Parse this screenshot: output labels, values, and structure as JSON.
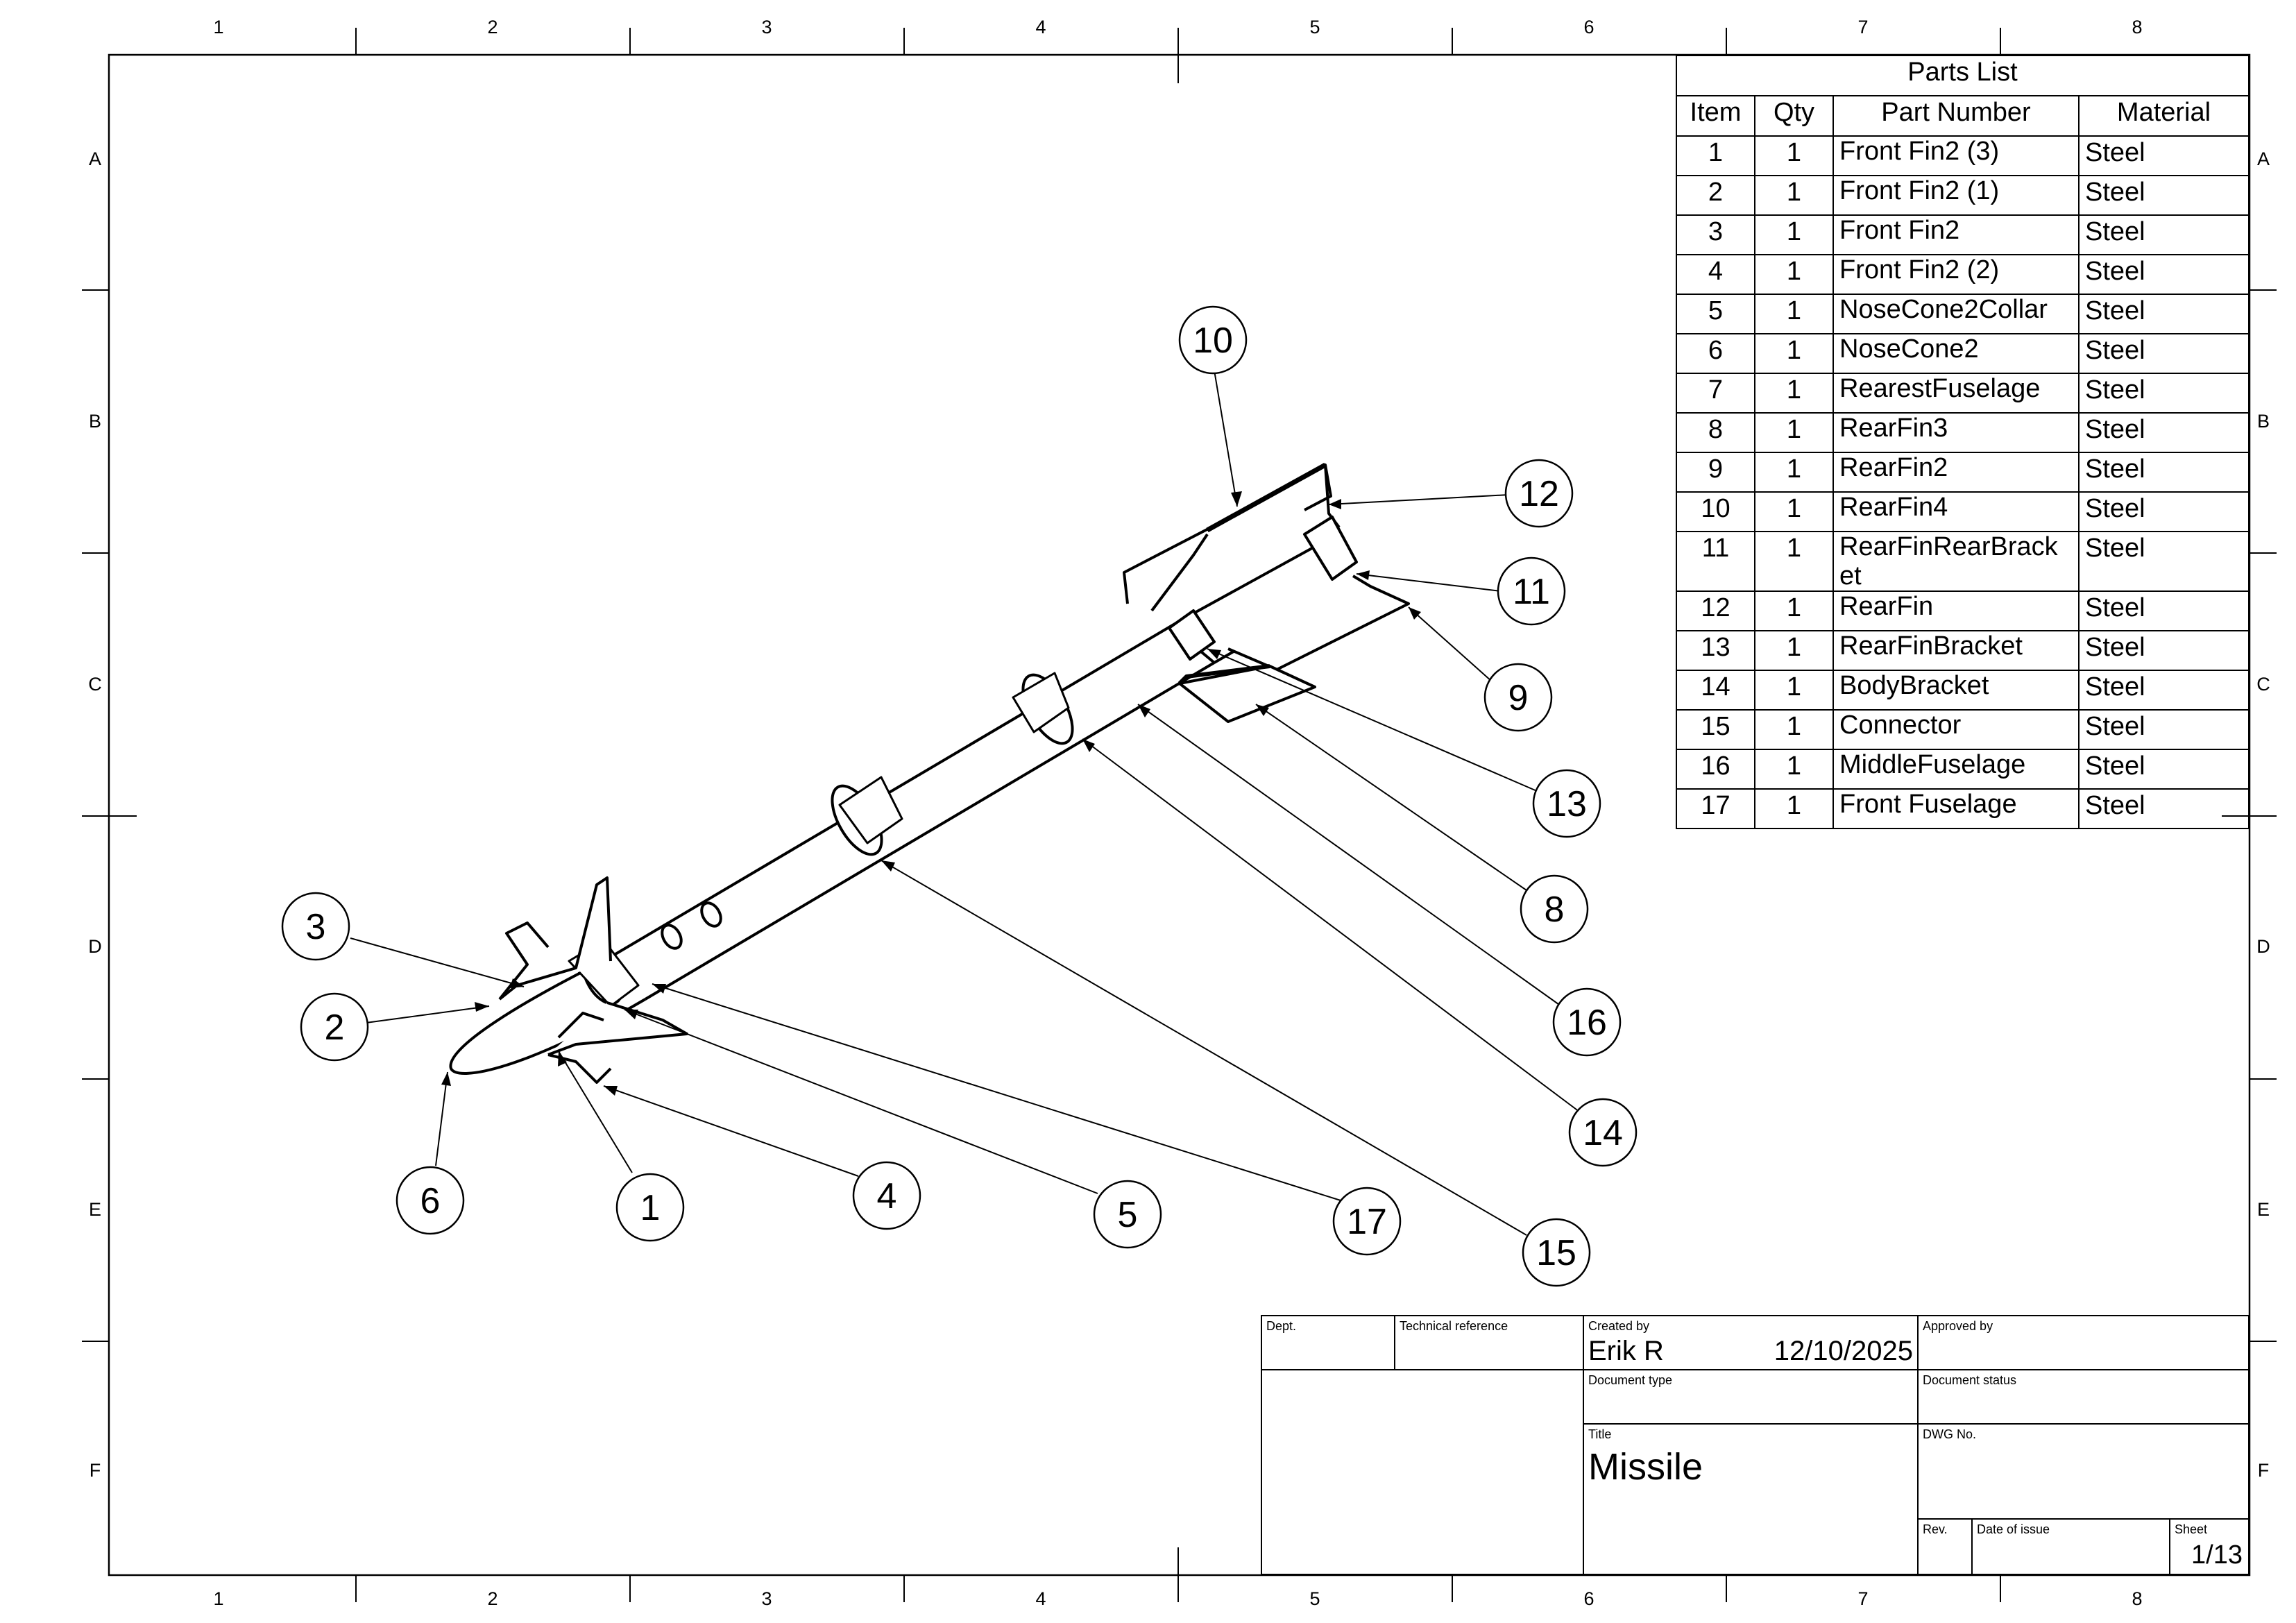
{
  "frame": {
    "columns": [
      "1",
      "2",
      "3",
      "4",
      "5",
      "6",
      "7",
      "8"
    ],
    "rows": [
      "A",
      "B",
      "C",
      "D",
      "E",
      "F"
    ]
  },
  "parts_list": {
    "title": "Parts List",
    "headers": [
      "Item",
      "Qty",
      "Part Number",
      "Material"
    ],
    "rows": [
      {
        "item": "1",
        "qty": "1",
        "part": "Front Fin2 (3)",
        "material": "Steel"
      },
      {
        "item": "2",
        "qty": "1",
        "part": "Front Fin2 (1)",
        "material": "Steel"
      },
      {
        "item": "3",
        "qty": "1",
        "part": "Front Fin2",
        "material": "Steel"
      },
      {
        "item": "4",
        "qty": "1",
        "part": "Front Fin2 (2)",
        "material": "Steel"
      },
      {
        "item": "5",
        "qty": "1",
        "part": "NoseCone2Collar",
        "material": "Steel"
      },
      {
        "item": "6",
        "qty": "1",
        "part": "NoseCone2",
        "material": "Steel"
      },
      {
        "item": "7",
        "qty": "1",
        "part": "RearestFuselage",
        "material": "Steel"
      },
      {
        "item": "8",
        "qty": "1",
        "part": "RearFin3",
        "material": "Steel"
      },
      {
        "item": "9",
        "qty": "1",
        "part": "RearFin2",
        "material": "Steel"
      },
      {
        "item": "10",
        "qty": "1",
        "part": "RearFin4",
        "material": "Steel"
      },
      {
        "item": "11",
        "qty": "1",
        "part": "RearFinRearBrack\net",
        "material": "Steel"
      },
      {
        "item": "12",
        "qty": "1",
        "part": "RearFin",
        "material": "Steel"
      },
      {
        "item": "13",
        "qty": "1",
        "part": "RearFinBracket",
        "material": "Steel"
      },
      {
        "item": "14",
        "qty": "1",
        "part": "BodyBracket",
        "material": "Steel"
      },
      {
        "item": "15",
        "qty": "1",
        "part": "Connector",
        "material": "Steel"
      },
      {
        "item": "16",
        "qty": "1",
        "part": "MiddleFuselage",
        "material": "Steel"
      },
      {
        "item": "17",
        "qty": "1",
        "part": "Front Fuselage",
        "material": "Steel"
      }
    ]
  },
  "balloons": [
    "10",
    "12",
    "11",
    "9",
    "13",
    "8",
    "16",
    "14",
    "15",
    "17",
    "5",
    "4",
    "1",
    "6",
    "2",
    "3"
  ],
  "title_block": {
    "dept_label": "Dept.",
    "techref_label": "Technical reference",
    "created_by_label": "Created by",
    "created_by": "Erik R",
    "created_date": "12/10/2025",
    "approved_by_label": "Approved by",
    "doc_type_label": "Document type",
    "doc_status_label": "Document status",
    "title_label": "Title",
    "title": "Missile",
    "dwg_label": "DWG No.",
    "rev_label": "Rev.",
    "date_issue_label": "Date of issue",
    "sheet_label": "Sheet",
    "sheet": "1/13"
  }
}
